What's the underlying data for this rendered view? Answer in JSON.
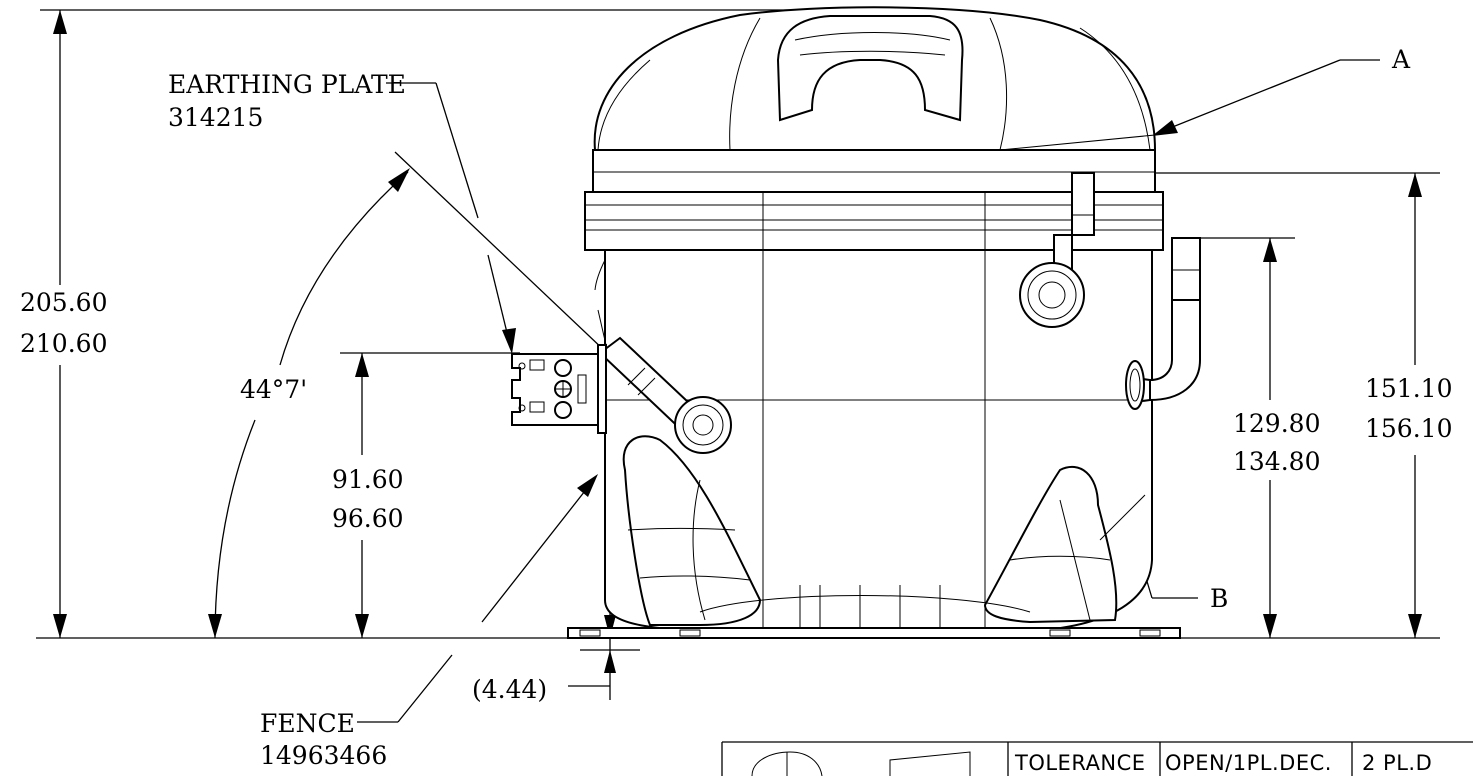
{
  "labels": {
    "earthing_plate_title": "EARTHING PLATE",
    "earthing_plate_number": "314215",
    "callout_a": "A",
    "callout_b": "B",
    "fence_title": "FENCE",
    "fence_number": "14963466"
  },
  "dimensions": {
    "overall_height_min": "205.60",
    "overall_height_max": "210.60",
    "angle": "44°7'",
    "earthing_height_min": "91.60",
    "earthing_height_max": "96.60",
    "foot_offset": "(4.44)",
    "suction_height_min": "129.80",
    "suction_height_max": "134.80",
    "discharge_height_min": "151.10",
    "discharge_height_max": "156.10"
  },
  "title_block": {
    "tolerance_label": "TOLERANCE",
    "open_1pl_label": "OPEN/1PL.DEC.",
    "two_pl_label": "2 PL.D"
  }
}
